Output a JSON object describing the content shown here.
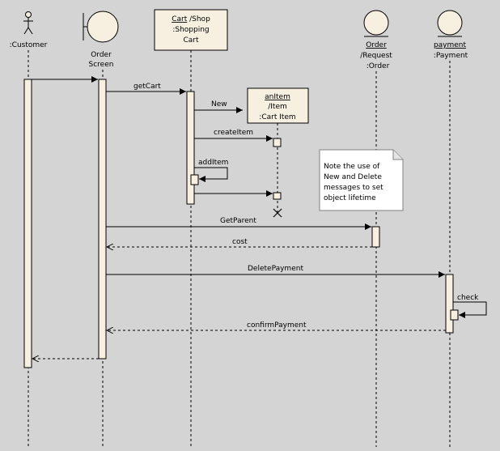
{
  "colors": {
    "background": "#d4d4d4",
    "element_fill": "#f7f0e1",
    "border": "#000000",
    "note_fill": "#ffffff"
  },
  "participants": {
    "customer": {
      "icon": "actor-icon",
      "name": ":Customer"
    },
    "order_screen": {
      "icon": "boundary-icon",
      "name": "Order",
      "name2": "Screen"
    },
    "cart": {
      "name_u": "Cart",
      "name_rest": " /Shop",
      "line2": ":Shopping",
      "line3": "Cart"
    },
    "order": {
      "icon": "entity-icon",
      "name_u": "Order",
      "line2": "/Request",
      "line3": ":Order"
    },
    "payment": {
      "icon": "entity-icon",
      "name_u": "payment",
      "line2": ":Payment"
    },
    "item": {
      "name_u": "anItem",
      "line2": "/Item",
      "line3": ":Cart Item"
    }
  },
  "messages": {
    "getcart": "getCart",
    "new": "New",
    "createitem": "createItem",
    "additem": "addItem",
    "getparent": "GetParent",
    "cost": "cost",
    "deletepayment": "DeletePayment",
    "check": "check",
    "confirmpayment": "confirmPayment"
  },
  "note": {
    "lines": [
      "Note the use of",
      "New and Delete",
      "messages to set",
      "object lifetime"
    ]
  }
}
